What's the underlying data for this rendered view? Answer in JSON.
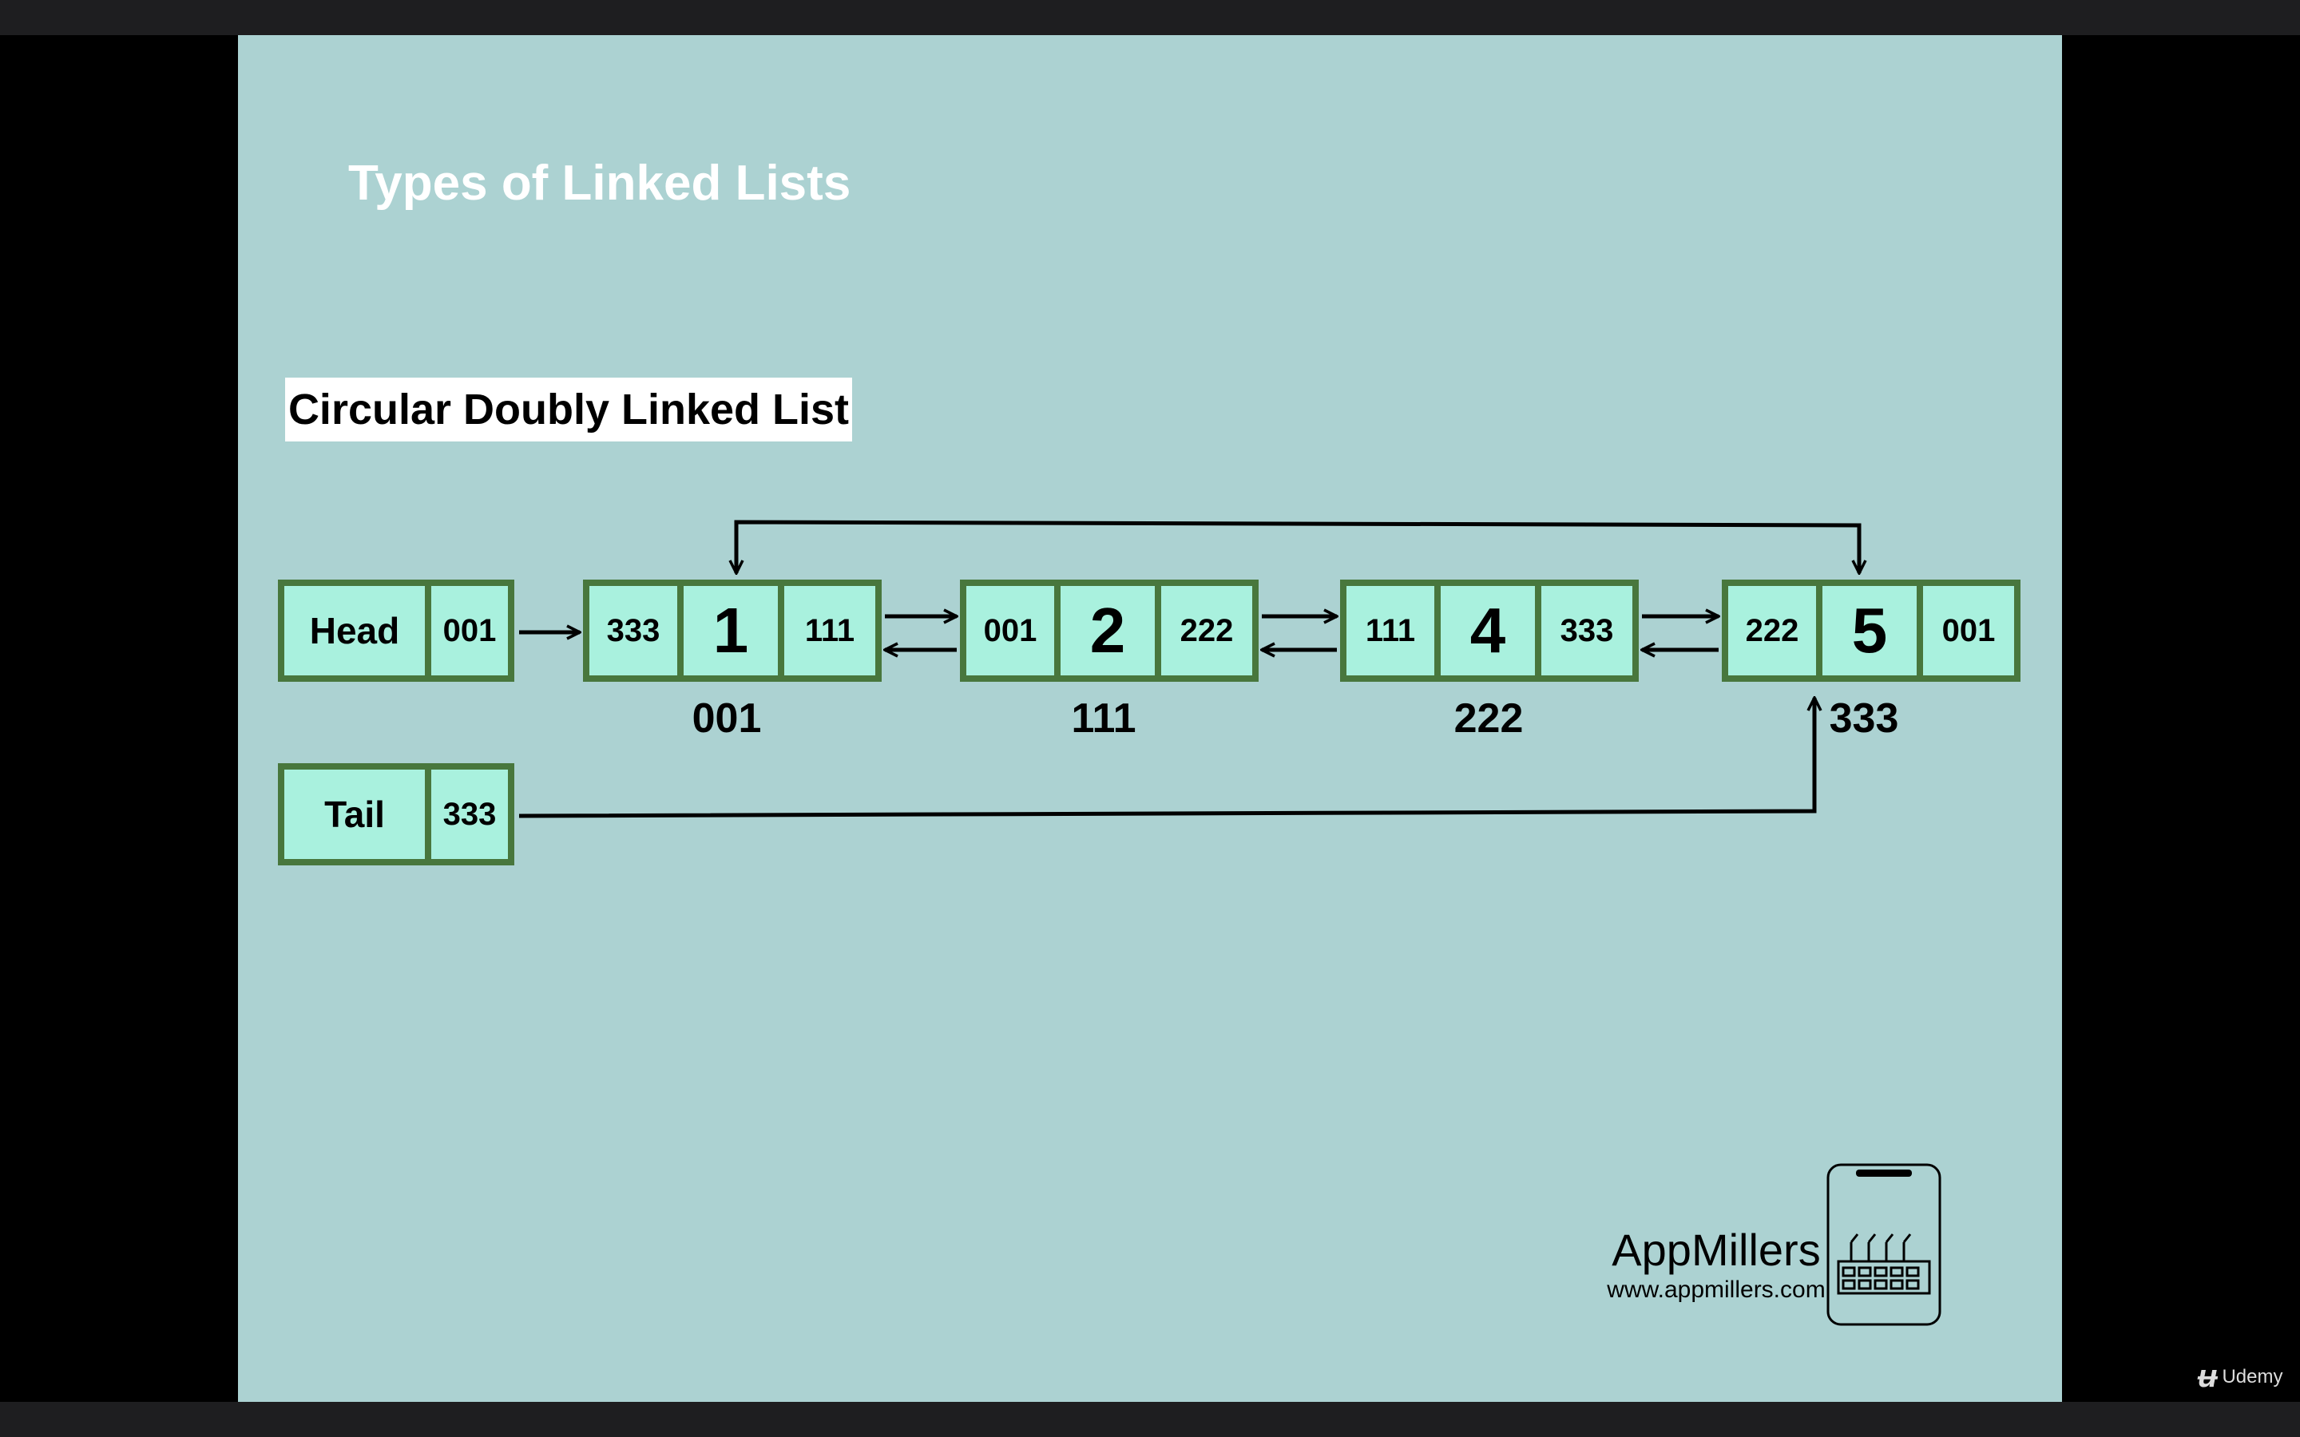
{
  "slide": {
    "title": "Types of Linked Lists",
    "subtitle": "Circular Doubly Linked List"
  },
  "head": {
    "label": "Head",
    "pointer": "001"
  },
  "tail": {
    "label": "Tail",
    "pointer": "333"
  },
  "nodes": [
    {
      "prev": "333",
      "value": "1",
      "next": "111",
      "address": "001"
    },
    {
      "prev": "001",
      "value": "2",
      "next": "222",
      "address": "111"
    },
    {
      "prev": "111",
      "value": "4",
      "next": "333",
      "address": "222"
    },
    {
      "prev": "222",
      "value": "5",
      "next": "001",
      "address": "333"
    }
  ],
  "brand": {
    "name": "AppMillers",
    "url": "www.appmillers.com"
  },
  "watermark": {
    "text": "Udemy"
  },
  "colors": {
    "slide_bg": "#acd2d2",
    "node_border": "#48773d",
    "node_fill": "#a9f1de"
  }
}
